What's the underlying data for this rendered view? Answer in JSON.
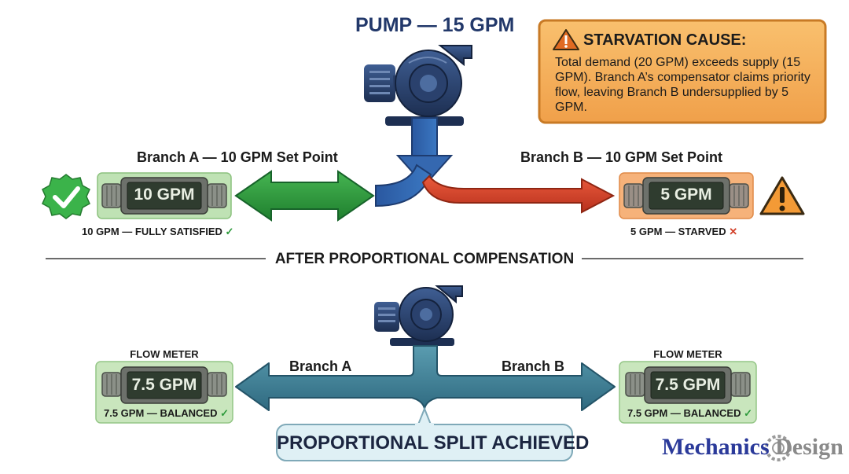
{
  "top": {
    "pump_title": "PUMP — 15 GPM",
    "branch_a": {
      "label": "Branch A — 10 GPM Set Point",
      "meter_value": "10 GPM",
      "status": "10 GPM — FULLY SATISFIED",
      "status_mark": "✓"
    },
    "branch_b": {
      "label": "Branch B — 10 GPM Set Point",
      "meter_value": "5 GPM",
      "status": "5 GPM — STARVED",
      "status_mark": "✕"
    }
  },
  "callout": {
    "title": "STARVATION CAUSE:",
    "body": "Total demand (20 GPM) exceeds supply (15 GPM). Branch A’s compensator claims priority flow, leaving Branch B undersupplied by 5 GPM."
  },
  "divider": {
    "label": "AFTER PROPORTIONAL COMPENSATION"
  },
  "bottom": {
    "branch_a": {
      "label": "Branch A",
      "meter_title": "FLOW METER",
      "meter_value": "7.5 GPM",
      "status": "7.5 GPM — BALANCED",
      "status_mark": "✓"
    },
    "branch_b": {
      "label": "Branch B",
      "meter_title": "FLOW METER",
      "meter_value": "7.5 GPM",
      "status": "7.5 GPM — BALANCED",
      "status_mark": "✓"
    },
    "banner": "PROPORTIONAL SPLIT ACHIEVED"
  },
  "logo": {
    "word1": "Mechanics",
    "word2": "Design"
  },
  "colors": {
    "green_flow": "#2f9a3f",
    "red_flow": "#d8432c",
    "blue_flow": "#2e5fa8",
    "teal_flow": "#3f7e93",
    "callout_bg": "#f7b45e",
    "banner_bg": "#dff0f5"
  },
  "icons": [
    "pump-icon",
    "check-badge-icon",
    "warning-icon",
    "flow-meter-icon"
  ]
}
